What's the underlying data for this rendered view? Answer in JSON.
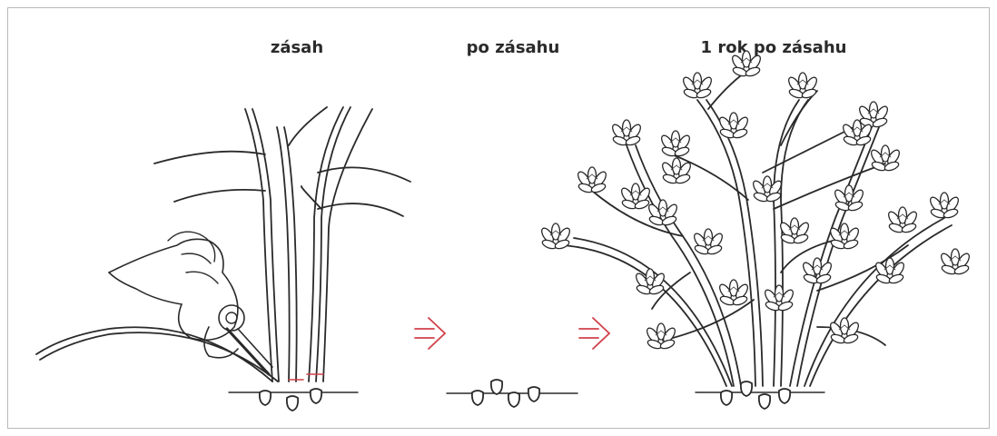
{
  "stages": [
    {
      "label": "zásah"
    },
    {
      "label": "po zásahu"
    },
    {
      "label": "1 rok po zásahu"
    }
  ],
  "arrows": [
    {
      "glyph": "=>"
    },
    {
      "glyph": "=>"
    }
  ],
  "colors": {
    "line": "#2a2a2a",
    "arrow": "#d0404a",
    "frame": "#b9b9b9"
  }
}
